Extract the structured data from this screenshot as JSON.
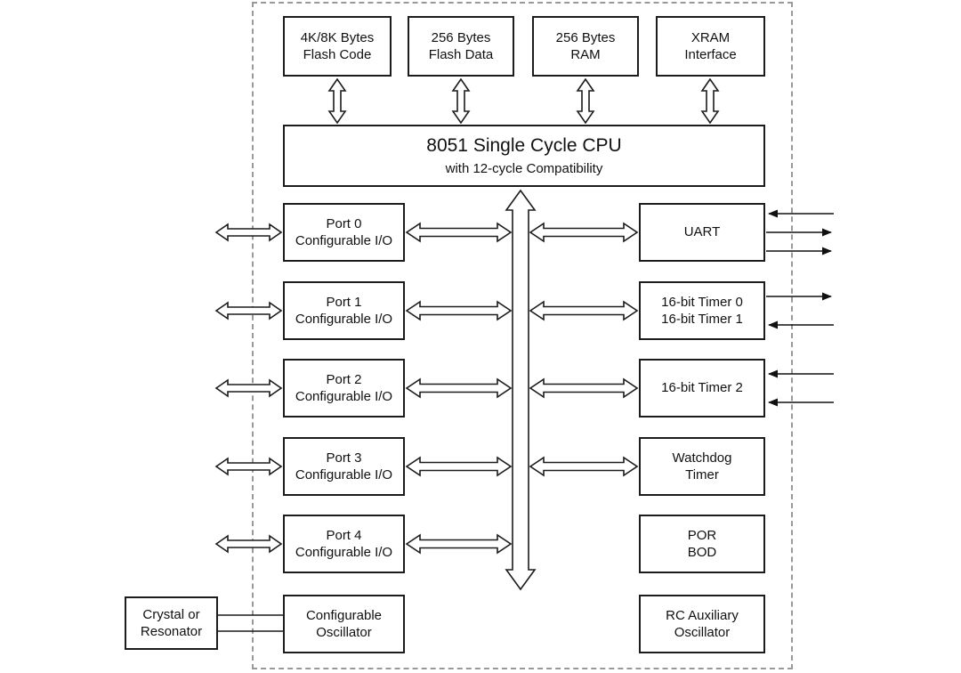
{
  "diagram": {
    "cpu": {
      "title": "8051 Single Cycle CPU",
      "subtitle": "with 12-cycle Compatibility"
    },
    "top_boxes": [
      {
        "label": "4K/8K Bytes\nFlash Code"
      },
      {
        "label": "256 Bytes\nFlash Data"
      },
      {
        "label": "256 Bytes\nRAM"
      },
      {
        "label": "XRAM\nInterface"
      }
    ],
    "ports": [
      {
        "label": "Port 0\nConfigurable I/O"
      },
      {
        "label": "Port 1\nConfigurable I/O"
      },
      {
        "label": "Port 2\nConfigurable I/O"
      },
      {
        "label": "Port 3\nConfigurable I/O"
      },
      {
        "label": "Port 4\nConfigurable I/O"
      }
    ],
    "peripherals": [
      {
        "label": "UART"
      },
      {
        "label": "16-bit Timer 0\n16-bit Timer 1"
      },
      {
        "label": "16-bit Timer 2"
      },
      {
        "label": "Watchdog\nTimer"
      },
      {
        "label": "POR\nBOD"
      },
      {
        "label": "RC Auxiliary\nOscillator"
      }
    ],
    "oscillator": {
      "external_label": "Crystal or\nResonator",
      "internal_label": "Configurable\nOscillator"
    },
    "colors": {
      "box_border": "#1c1c1c",
      "boundary_dash": "#999999",
      "background": "#ffffff",
      "hollow_arrow_fill": "#ffffff",
      "hollow_arrow_stroke": "#1c1c1c",
      "signal_arrow": "#111111",
      "text": "#111111"
    }
  }
}
